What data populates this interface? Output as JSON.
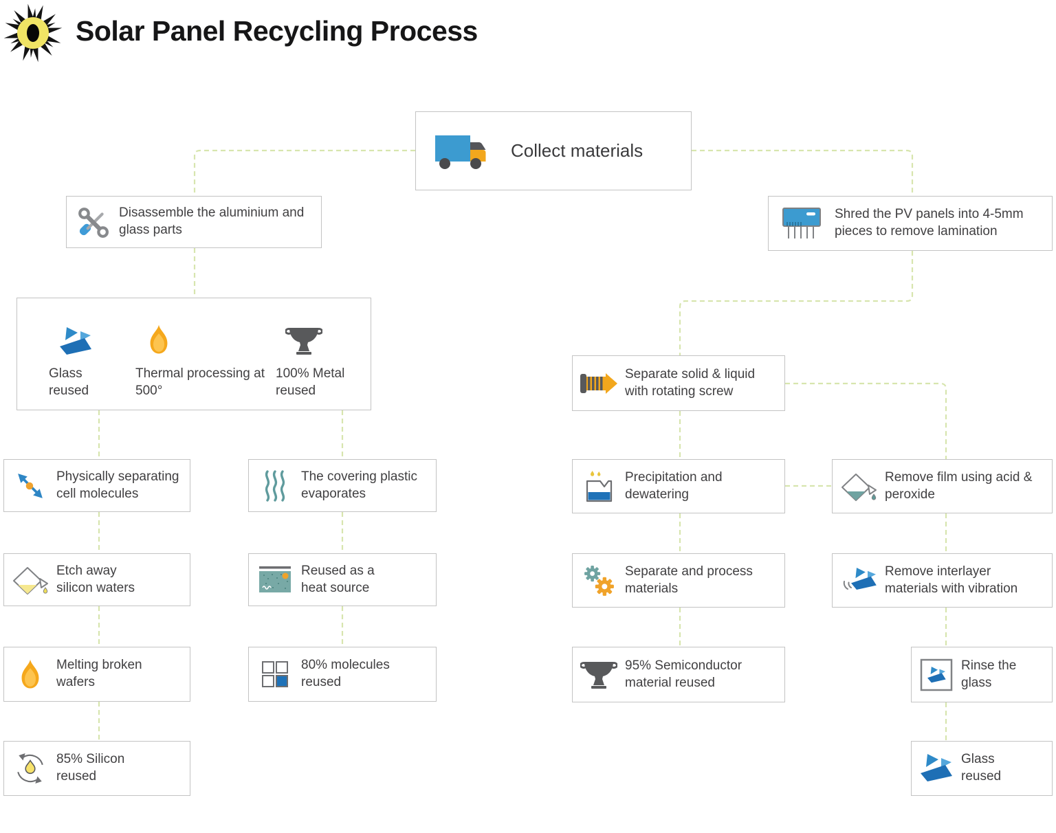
{
  "header": {
    "title": "Solar Panel Recycling Process",
    "logo_icon": "sun-icon"
  },
  "palette": {
    "blue": "#3c9bd0",
    "orange": "#f2a71d",
    "flame_orange": "#f5a81c",
    "teal": "#6fa3a1",
    "dark_gray": "#58595b",
    "glass_blue_dark": "#1e6fb5",
    "glass_blue_light": "#55a7dc",
    "grid_blue": "#1f72b8",
    "pale_yellow": "#f6e88f",
    "connector_green": "#d7e5ae",
    "box_border": "#c3c3c3",
    "text": "#414042"
  },
  "nodes": {
    "collect": {
      "label": "Collect materials",
      "icon": "truck-icon"
    },
    "disassemble": {
      "label": "Disassemble the aluminium and glass parts",
      "icon": "tools-icon"
    },
    "disassemble_outputs": {
      "items": [
        {
          "label": "Glass reused",
          "icon": "glass-shards-icon"
        },
        {
          "label": "Thermal processing at 500°",
          "icon": "flame-icon"
        },
        {
          "label": "100% Metal reused",
          "icon": "trophy-icon"
        }
      ]
    },
    "physically_separating": {
      "label": "Physically separating cell molecules",
      "icon": "separation-arrows-icon"
    },
    "etch": {
      "label": "Etch away silicon waters",
      "icon": "pouring-flask-yellow-icon"
    },
    "melting": {
      "label": "Melting broken wafers",
      "icon": "flame-icon"
    },
    "silicon_reused": {
      "label": "85% Silicon reused",
      "icon": "recycle-drop-icon"
    },
    "evaporate": {
      "label": "The covering plastic evaporates",
      "icon": "steam-icon"
    },
    "heat_source": {
      "label": "Reused as a heat source",
      "icon": "heater-icon"
    },
    "molecules_reused": {
      "label": "80% molecules reused",
      "icon": "grid-squares-icon"
    },
    "shred": {
      "label": "Shred the PV panels into  4-5mm pieces to remove lamination",
      "icon": "shredder-icon"
    },
    "screw": {
      "label": "Separate solid & liquid with rotating screw",
      "icon": "screw-icon"
    },
    "precipitation": {
      "label": "Precipitation and dewatering",
      "icon": "beaker-drops-icon"
    },
    "remove_film": {
      "label": "Remove film using acid & peroxide",
      "icon": "pouring-flask-teal-icon"
    },
    "process_materials": {
      "label": "Separate and process materials",
      "icon": "gears-icon"
    },
    "vibration": {
      "label": "Remove interlayer materials with vibration",
      "icon": "glass-vibration-icon"
    },
    "semiconductor_reused": {
      "label": "95% Semiconductor material reused",
      "icon": "trophy-icon"
    },
    "rinse": {
      "label": "Rinse the glass",
      "icon": "rinse-glass-icon"
    },
    "glass_reused_final": {
      "label": "Glass reused",
      "icon": "glass-shards-icon"
    }
  },
  "flow": {
    "edges": [
      [
        "collect",
        "disassemble"
      ],
      [
        "collect",
        "shred"
      ],
      [
        "disassemble",
        "disassemble_outputs"
      ],
      [
        "disassemble_outputs",
        "physically_separating"
      ],
      [
        "disassemble_outputs",
        "evaporate"
      ],
      [
        "physically_separating",
        "etch"
      ],
      [
        "etch",
        "melting"
      ],
      [
        "melting",
        "silicon_reused"
      ],
      [
        "evaporate",
        "heat_source"
      ],
      [
        "heat_source",
        "molecules_reused"
      ],
      [
        "shred",
        "screw"
      ],
      [
        "screw",
        "precipitation"
      ],
      [
        "screw",
        "remove_film"
      ],
      [
        "precipitation",
        "remove_film"
      ],
      [
        "precipitation",
        "process_materials"
      ],
      [
        "process_materials",
        "semiconductor_reused"
      ],
      [
        "remove_film",
        "vibration"
      ],
      [
        "vibration",
        "rinse"
      ],
      [
        "rinse",
        "glass_reused_final"
      ]
    ]
  }
}
